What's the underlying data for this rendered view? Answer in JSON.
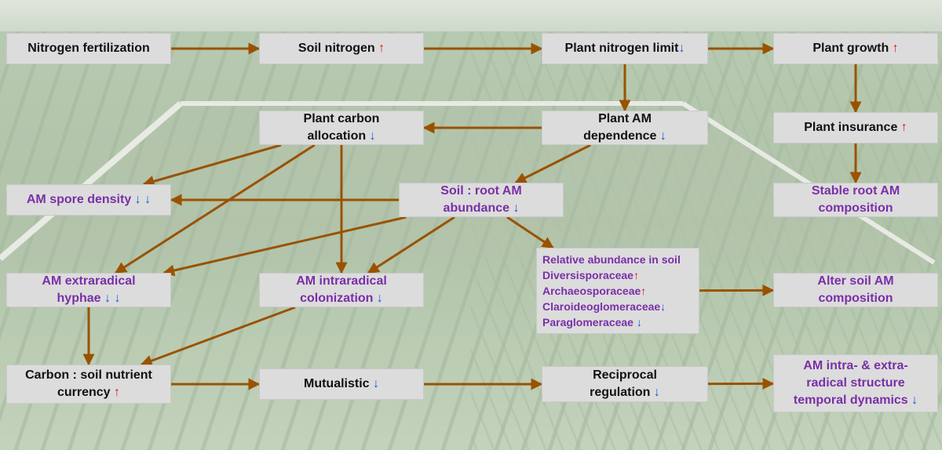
{
  "colors": {
    "up_arrow": "#e01010",
    "down_arrow": "#1a55e0",
    "connector": "#9a5200",
    "purple_text": "#7a2fa8",
    "box_fill": "#dcdcdc"
  },
  "symbols": {
    "up": "↑",
    "down": "↓"
  },
  "nodes": {
    "n_fert": {
      "lines": [
        [
          "Nitrogen fertilization",
          ""
        ]
      ]
    },
    "n_soiln": {
      "lines": [
        [
          "Soil nitrogen ",
          "up"
        ]
      ]
    },
    "n_pnl": {
      "lines": [
        [
          "Plant nitrogen limit",
          "down"
        ]
      ]
    },
    "n_pg": {
      "lines": [
        [
          "Plant growth ",
          "up"
        ]
      ]
    },
    "n_pca": {
      "lines": [
        [
          "Plant  carbon",
          ""
        ],
        [
          "allocation ",
          "down"
        ]
      ]
    },
    "n_pamd": {
      "lines": [
        [
          "Plant AM",
          ""
        ],
        [
          "dependence ",
          "down"
        ]
      ]
    },
    "n_pi": {
      "lines": [
        [
          "Plant insurance ",
          "up"
        ]
      ]
    },
    "n_spore": {
      "lines": [
        [
          "AM spore density ",
          "down",
          "down"
        ]
      ]
    },
    "n_sram": {
      "lines": [
        [
          "Soil : root AM",
          ""
        ],
        [
          "abundance ",
          "down"
        ]
      ]
    },
    "n_stable": {
      "lines": [
        [
          "Stable root AM",
          ""
        ],
        [
          "composition",
          ""
        ]
      ]
    },
    "n_extra": {
      "lines": [
        [
          "AM extraradical",
          ""
        ],
        [
          "hyphae ",
          "down",
          "down"
        ]
      ]
    },
    "n_intra": {
      "lines": [
        [
          "AM intraradical",
          ""
        ],
        [
          "colonization ",
          "down"
        ]
      ]
    },
    "n_rel": {
      "lines": [
        [
          "Relative abundance in soil",
          ""
        ],
        [
          "Diversisporaceae",
          "up"
        ],
        [
          "Archaeosporaceae",
          "up"
        ],
        [
          "Claroideoglomeraceae",
          "down"
        ],
        [
          "Paraglomeraceae ",
          "down"
        ]
      ]
    },
    "n_alter": {
      "lines": [
        [
          "Alter soil AM",
          ""
        ],
        [
          "composition",
          ""
        ]
      ]
    },
    "n_carbon": {
      "lines": [
        [
          "Carbon : soil nutrient",
          ""
        ],
        [
          "currency ",
          "up"
        ]
      ]
    },
    "n_mut": {
      "lines": [
        [
          "Mutualistic ",
          "down"
        ]
      ]
    },
    "n_recip": {
      "lines": [
        [
          "Reciprocal",
          ""
        ],
        [
          "regulation ",
          "down"
        ]
      ]
    },
    "n_dyn": {
      "lines": [
        [
          "AM intra- & extra-",
          ""
        ],
        [
          "radical structure",
          ""
        ],
        [
          "temporal dynamics ",
          "down"
        ]
      ]
    }
  },
  "edges": [
    [
      "n_fert",
      "n_soiln"
    ],
    [
      "n_soiln",
      "n_pnl"
    ],
    [
      "n_pnl",
      "n_pg"
    ],
    [
      "n_pnl",
      "n_pamd"
    ],
    [
      "n_pg",
      "n_pi"
    ],
    [
      "n_pi",
      "n_stable"
    ],
    [
      "n_pamd",
      "n_pca"
    ],
    [
      "n_pamd",
      "n_sram"
    ],
    [
      "n_pca",
      "n_spore"
    ],
    [
      "n_pca",
      "n_extra"
    ],
    [
      "n_pca",
      "n_intra"
    ],
    [
      "n_sram",
      "n_spore"
    ],
    [
      "n_sram",
      "n_extra"
    ],
    [
      "n_sram",
      "n_intra"
    ],
    [
      "n_sram",
      "n_rel"
    ],
    [
      "n_rel",
      "n_alter"
    ],
    [
      "n_extra",
      "n_carbon"
    ],
    [
      "n_intra",
      "n_carbon"
    ],
    [
      "n_carbon",
      "n_mut"
    ],
    [
      "n_mut",
      "n_recip"
    ],
    [
      "n_recip",
      "n_dyn"
    ]
  ]
}
